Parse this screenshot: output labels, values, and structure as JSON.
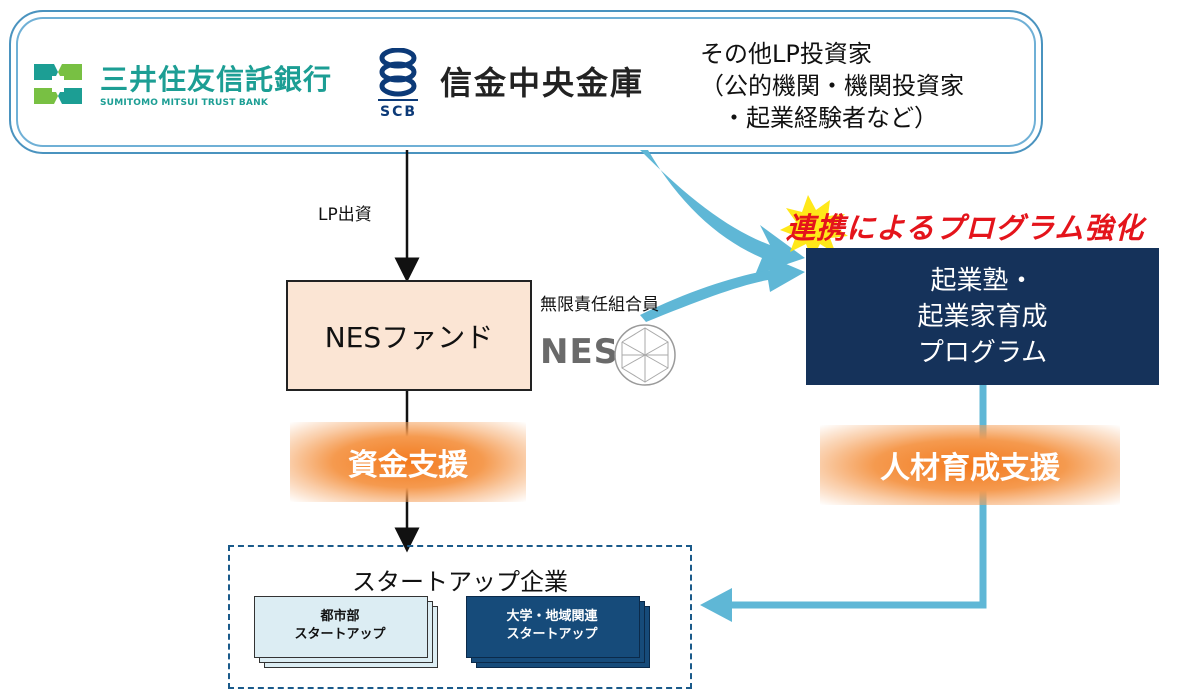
{
  "investors": {
    "sumitomo": {
      "name": "三井住友信託銀行",
      "sub": "SUMITOMO MITSUI TRUST BANK"
    },
    "shinkin": {
      "name": "信金中央金庫",
      "mark": "SCB"
    },
    "other_lp": {
      "line1": "その他LP投資家",
      "line2": "（公的機関・機関投資家",
      "line3": "・起業経験者など）"
    }
  },
  "flow": {
    "lp_label": "LP出資",
    "gp_label": "無限責任組合員",
    "nes_logo": "NES"
  },
  "fund": {
    "name": "NESファンド"
  },
  "program": {
    "highlight": "連携によるプログラム強化",
    "line1": "起業塾・",
    "line2": "起業家育成",
    "line3": "プログラム"
  },
  "support": {
    "funding": "資金支援",
    "talent": "人材育成支援"
  },
  "startups": {
    "title": "スタートアップ企業",
    "urban": {
      "line1": "都市部",
      "line2": "スタートアップ"
    },
    "regional": {
      "line1": "大学・地域関連",
      "line2": "スタートアップ"
    }
  },
  "colors": {
    "teal": "#1c9e94",
    "navy": "#15325a",
    "arrow_blue": "#5fb7d6",
    "orange": "#f37a1e",
    "red": "#e4141b",
    "fund_fill": "#fbe5d4"
  }
}
